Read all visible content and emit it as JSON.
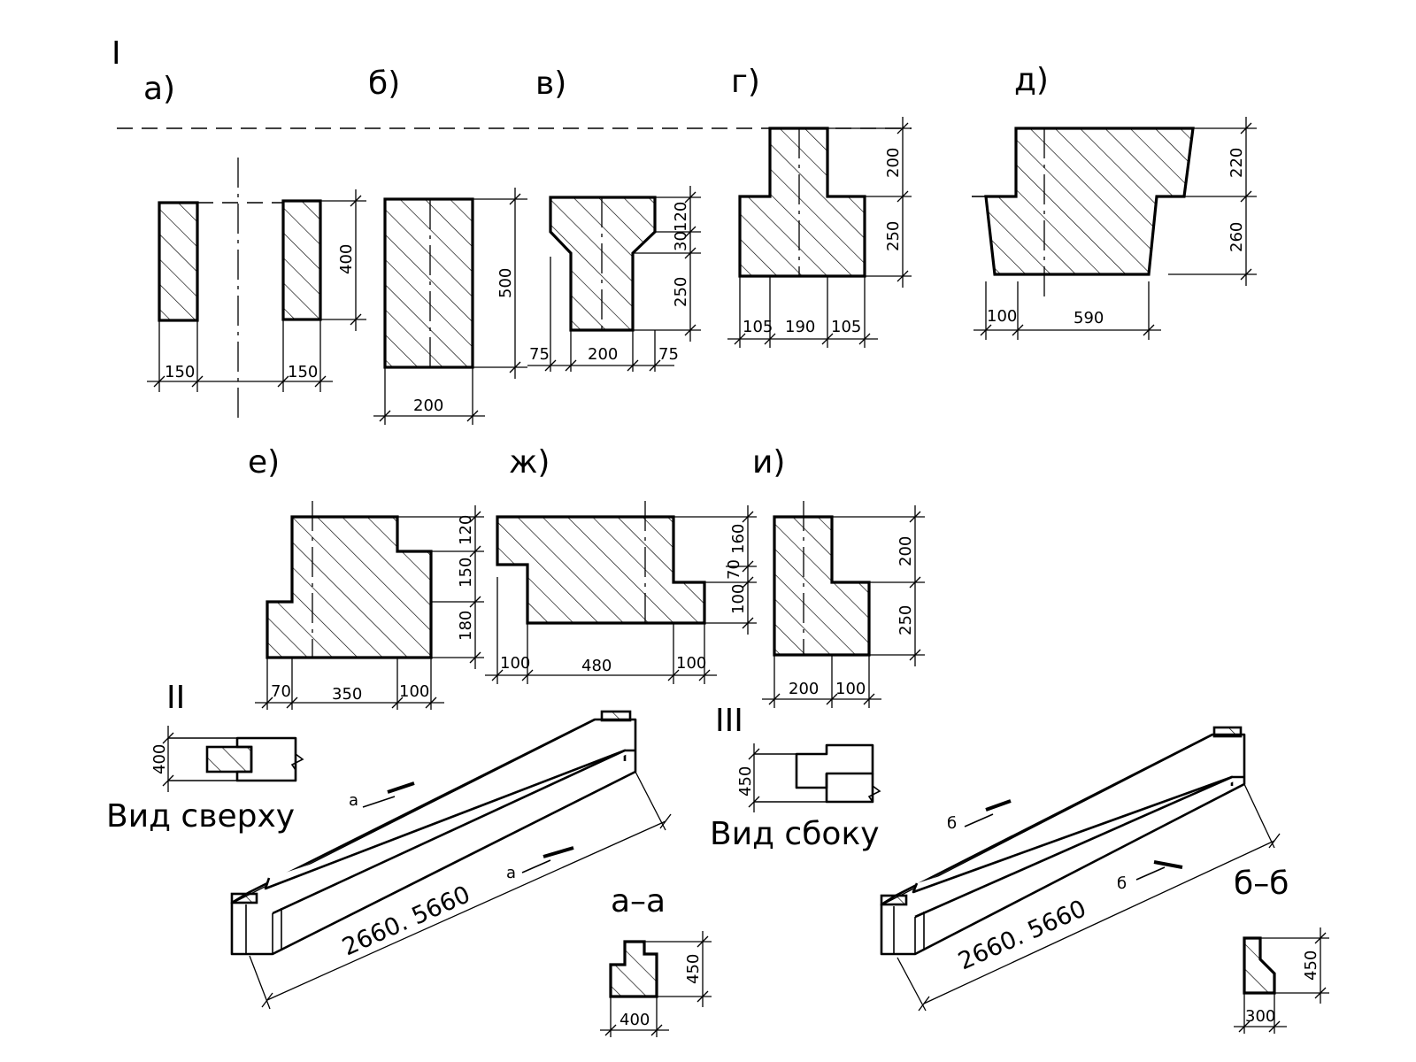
{
  "labels": {
    "roman_1": "I",
    "roman_2": "II",
    "roman_3": "III",
    "a": "а)",
    "b": "б)",
    "v": "в)",
    "g": "г)",
    "d": "д)",
    "e": "е)",
    "zh": "ж)",
    "i": "и)",
    "view_top": "Вид сверху",
    "view_side": "Вид сбоку",
    "section_aa": "а–а",
    "section_bb": "б–б",
    "arrow_a": "а",
    "arrow_b": "б"
  },
  "dims": {
    "a_w1": "150",
    "a_w2": "150",
    "a_h": "400",
    "b_w": "200",
    "b_h": "500",
    "v_h1": "120",
    "v_h2": "30",
    "v_h3": "250",
    "v_w1": "75",
    "v_w2": "200",
    "v_w3": "75",
    "g_h1": "200",
    "g_h2": "250",
    "g_w1": "105",
    "g_w2": "190",
    "g_w3": "105",
    "d_h1": "220",
    "d_h2": "260",
    "d_w1": "100",
    "d_w2": "590",
    "e_h1": "120",
    "e_h2": "150",
    "e_h3": "180",
    "e_w1": "70",
    "e_w2": "350",
    "e_w3": "100",
    "zh_h1": "160",
    "zh_h2": "70",
    "zh_h3": "100",
    "zh_w1": "100",
    "zh_w2": "480",
    "zh_w3": "100",
    "i_h1": "200",
    "i_h2": "250",
    "i_w1": "200",
    "i_w2": "100",
    "ii_h": "400",
    "iii_h": "450",
    "beam_len_1": "2660. 5660",
    "beam_len_2": "2660. 5660",
    "aa_w": "400",
    "aa_h": "450",
    "bb_w": "300",
    "bb_h": "450"
  }
}
